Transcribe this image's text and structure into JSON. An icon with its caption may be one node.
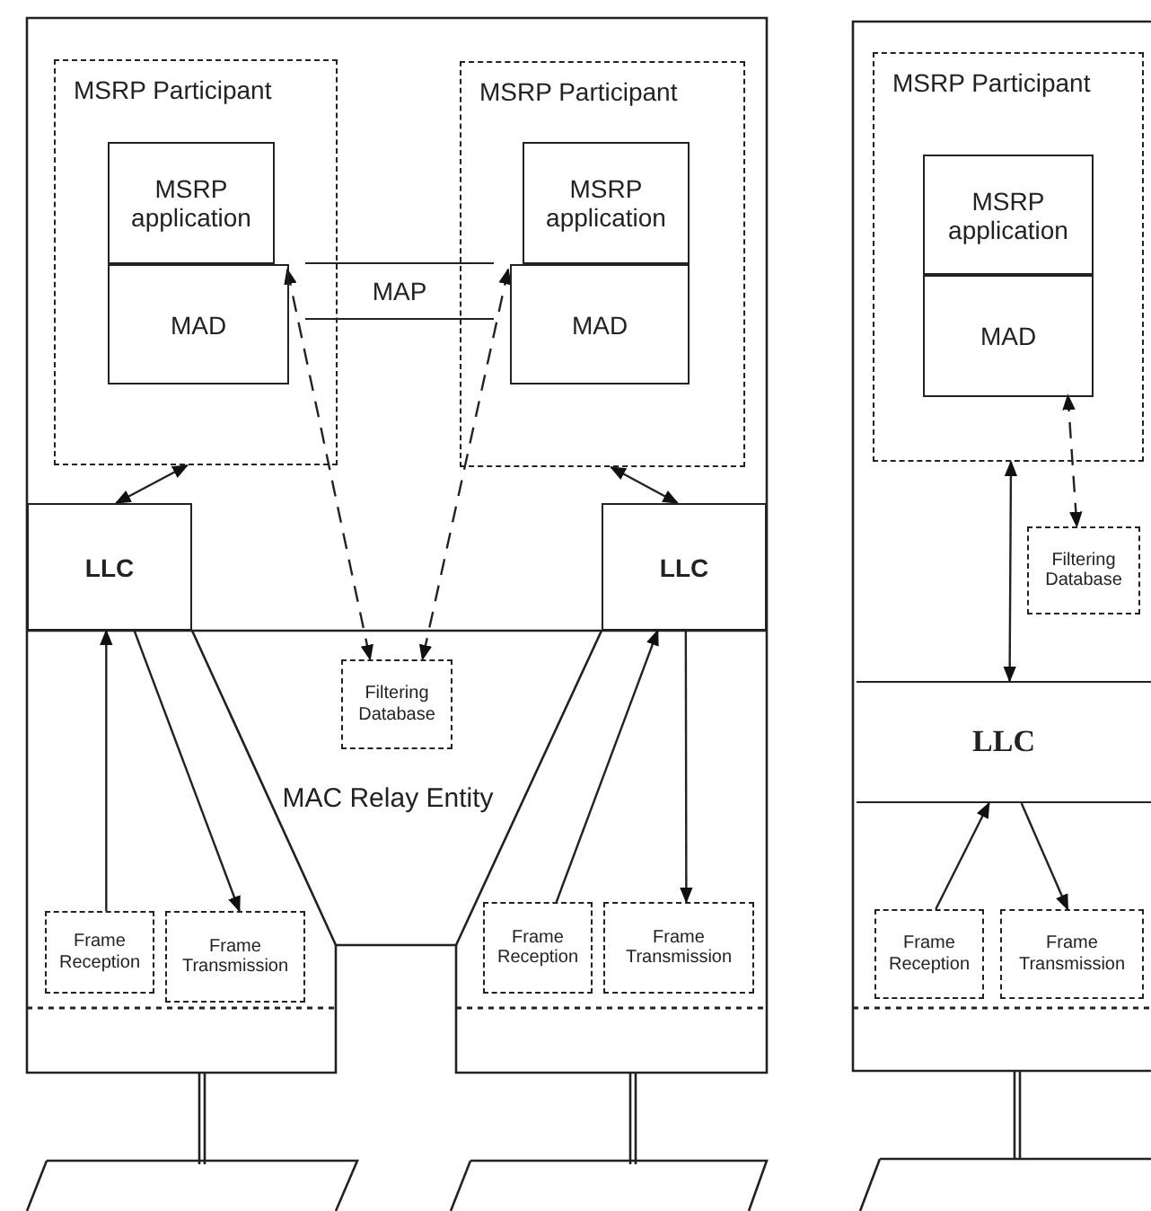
{
  "diagram": {
    "nodes": [
      {
        "text": [
          "MSRP Participant"
        ]
      },
      {
        "text": [
          "MSRP application"
        ],
        "in": 0
      },
      {
        "text": [
          "MAD"
        ],
        "in": 0
      },
      {
        "text": [
          "MSRP Participant"
        ]
      },
      {
        "text": [
          "MSRP application"
        ],
        "in": 3
      },
      {
        "text": [
          "MAD"
        ],
        "in": 3
      },
      {
        "text": [
          "MAP"
        ]
      },
      {
        "text": [
          "LLC"
        ]
      },
      {
        "text": [
          "LLC"
        ]
      },
      {
        "text": [
          "Filtering Database"
        ]
      },
      {
        "text": [
          "Frame Reception"
        ]
      },
      {
        "text": [
          "Frame Transmission"
        ]
      },
      {
        "text": [
          "Frame Reception"
        ]
      },
      {
        "text": [
          "Frame Transmission"
        ]
      },
      {
        "text": [
          "MSRP Participant"
        ]
      },
      {
        "text": [
          "MSRP application"
        ],
        "in": 14
      },
      {
        "text": [
          "MAD"
        ],
        "in": 14
      },
      {
        "text": [
          "Filtering Database"
        ]
      },
      {
        "text": [
          "LLC"
        ]
      },
      {
        "text": [
          "Frame Reception"
        ]
      },
      {
        "text": [
          "Frame Transmission"
        ]
      }
    ],
    "edges": [
      {
        "from": 0,
        "to": 7,
        "arrow": "both"
      },
      {
        "from": 3,
        "to": 8,
        "arrow": "both"
      },
      {
        "from": 2,
        "to": 9,
        "arrow": "both",
        "style": "dashed"
      },
      {
        "from": 5,
        "to": 9,
        "arrow": "both",
        "style": "dashed"
      },
      {
        "from": 10,
        "to": 7,
        "arrow": "to"
      },
      {
        "from": 7,
        "to": 11,
        "arrow": "to"
      },
      {
        "from": 12,
        "to": 8,
        "arrow": "to"
      },
      {
        "from": 8,
        "to": 13,
        "arrow": "to"
      },
      {
        "from": 16,
        "to": 17,
        "arrow": "both",
        "style": "dashed"
      },
      {
        "from": 14,
        "to": 18,
        "arrow": "both"
      },
      {
        "from": 19,
        "to": 18,
        "arrow": "to"
      },
      {
        "from": 18,
        "to": 20,
        "arrow": "to"
      }
    ],
    "labels": [
      "MAC Relay Entity"
    ]
  }
}
